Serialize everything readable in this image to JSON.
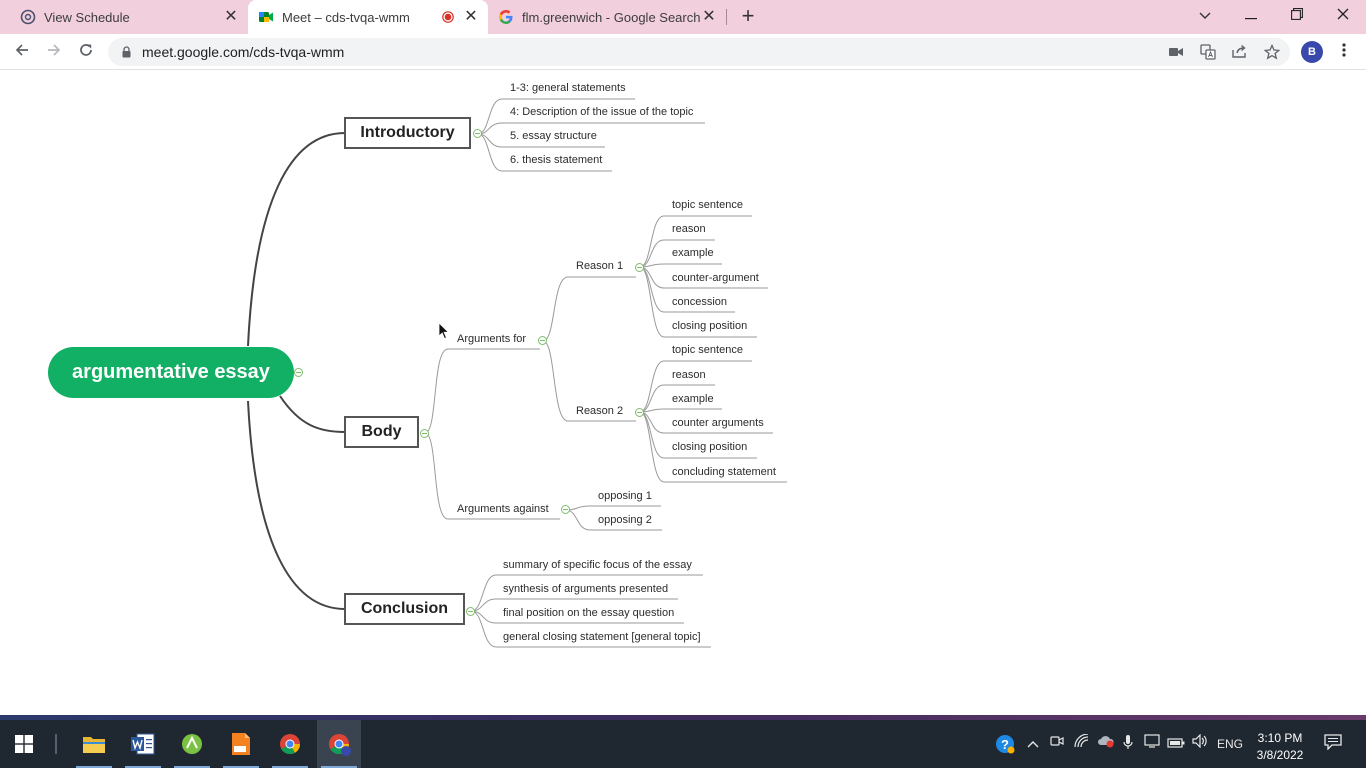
{
  "browser": {
    "tabs": [
      {
        "title": "View Schedule",
        "active": false
      },
      {
        "title": "Meet – cds-tvqa-wmm",
        "active": true,
        "recording": true
      },
      {
        "title": "flm.greenwich - Google Search",
        "active": false
      }
    ],
    "close_symbol": "✕",
    "new_tab_symbol": "+",
    "url": "meet.google.com/cds-tvqa-wmm",
    "profile_initial": "B",
    "window_controls": {
      "tabs_menu": "⌄",
      "minimize": "—",
      "restore": "❐",
      "close": "✕"
    }
  },
  "mindmap": {
    "root": "argumentative essay",
    "branches": {
      "introductory": {
        "label": "Introductory",
        "items": [
          "1-3: general statements",
          "4: Description of the issue of the topic",
          "5. essay structure",
          "6. thesis statement"
        ]
      },
      "body": {
        "label": "Body",
        "arguments_for": {
          "label": "Arguments for",
          "reason1": {
            "label": "Reason 1",
            "items": [
              "topic sentence",
              "reason",
              "example",
              "counter-argument",
              "concession",
              "closing position"
            ]
          },
          "reason2": {
            "label": "Reason 2",
            "items": [
              "topic sentence",
              "reason",
              "example",
              "counter arguments",
              "closing position",
              "concluding statement"
            ]
          }
        },
        "arguments_against": {
          "label": "Arguments against",
          "items": [
            "opposing 1",
            "opposing 2"
          ]
        }
      },
      "conclusion": {
        "label": "Conclusion",
        "items": [
          "summary of specific focus of the essay",
          "synthesis of arguments presented",
          "final position on the essay question",
          "general closing statement [general topic]"
        ]
      }
    },
    "accent_color": "#12b064"
  },
  "taskbar": {
    "apps": [
      "start-icon",
      "file-explorer-icon",
      "word-icon",
      "app-green-icon",
      "pdf-icon",
      "chrome-icon",
      "chrome-profile-icon"
    ],
    "language": "ENG",
    "time": "3:10 PM",
    "date": "3/8/2022"
  }
}
